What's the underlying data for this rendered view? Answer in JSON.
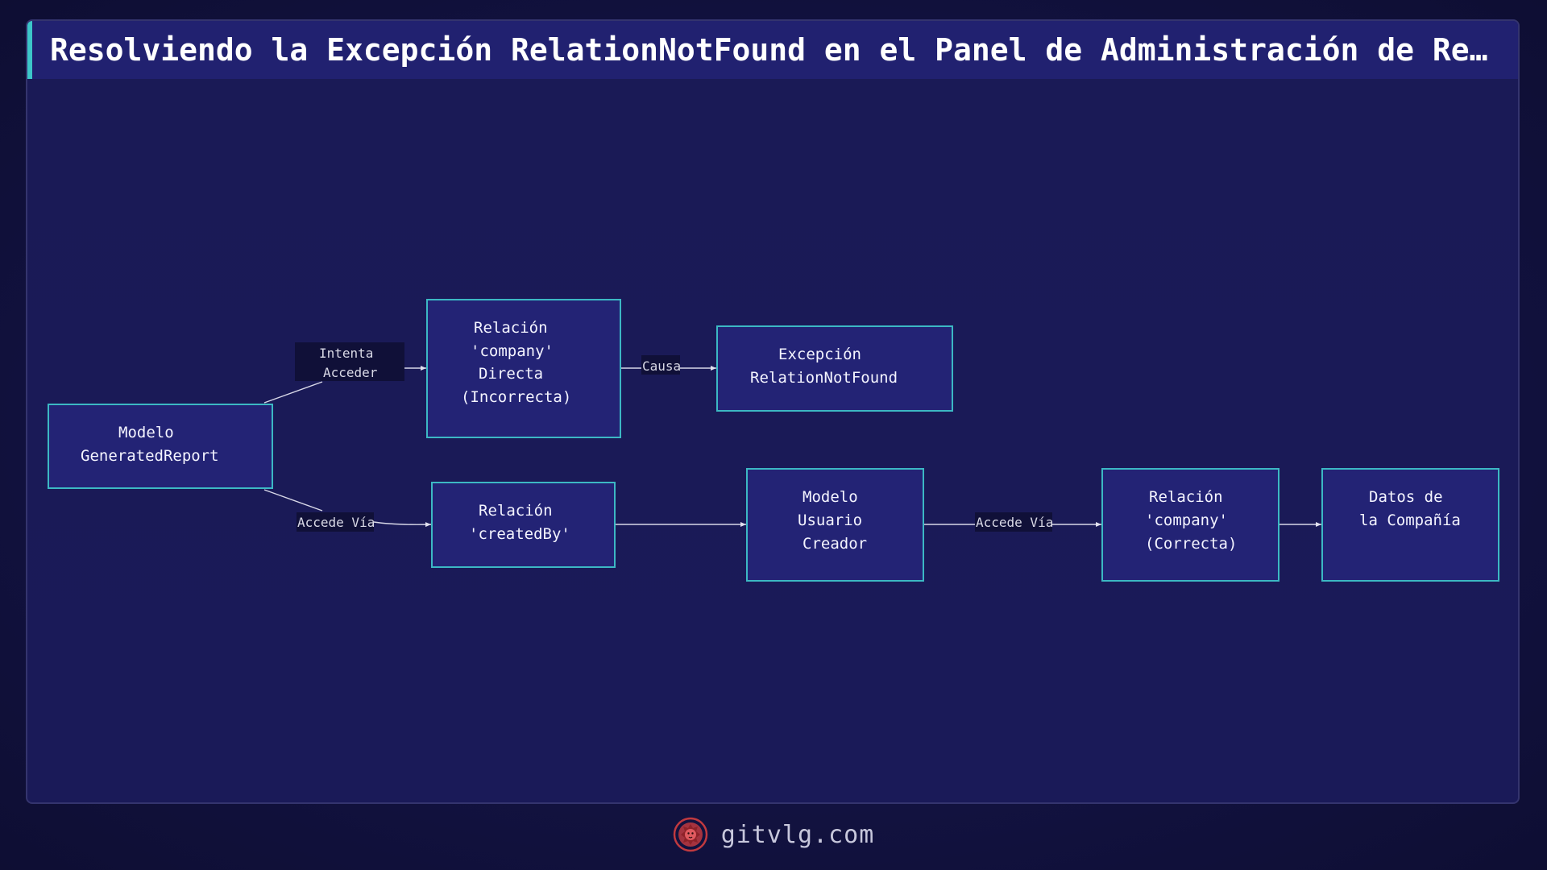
{
  "title": "Resolviendo la Excepción RelationNotFound en el Panel de Administración de Reim…",
  "nodes": {
    "generated_report": [
      "Modelo",
      "GeneratedReport"
    ],
    "company_direct": [
      "Relación",
      "'company'",
      "Directa",
      "(Incorrecta)"
    ],
    "exception": [
      "Excepción",
      "RelationNotFound"
    ],
    "created_by": [
      "Relación",
      "'createdBy'"
    ],
    "user_model": [
      "Modelo",
      "Usuario",
      "Creador"
    ],
    "company_correct": [
      "Relación",
      "'company'",
      "(Correcta)"
    ],
    "company_data": [
      "Datos de",
      "la Compañía"
    ]
  },
  "edges": {
    "tries_access": [
      "Intenta",
      "Acceder"
    ],
    "causes": "Causa",
    "access_via_1": "Accede Vía",
    "access_via_2": "Accede Vía"
  },
  "footer": {
    "site": "gitvlg.com",
    "logo_icon": "lion-logo-icon"
  },
  "colors": {
    "accent": "#3cc6c9",
    "node_fill": "#232375",
    "logo": "#c0393f"
  }
}
